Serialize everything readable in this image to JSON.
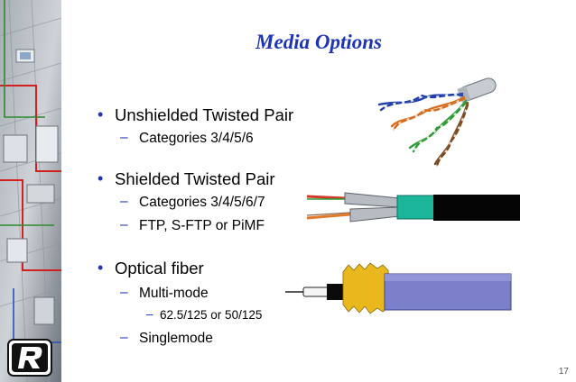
{
  "slide": {
    "title": "Media Options",
    "page_number": "17",
    "logo_letter": "R",
    "bullets": [
      {
        "text": "Unshielded Twisted Pair",
        "subitems": [
          "Categories 3/4/5/6"
        ]
      },
      {
        "text": "Shielded Twisted Pair",
        "subitems": [
          "Categories 3/4/5/6/7",
          "FTP, S-FTP or PiMF"
        ]
      },
      {
        "text": "Optical fiber",
        "subitems": [
          "Multi-mode",
          "62.5/125 or 50/125",
          "Singlemode"
        ]
      }
    ]
  },
  "icons": {
    "side_panel": "network-rack-illustration",
    "logo": "r-logo-icon",
    "utp": "utp-cable-image",
    "stp": "stp-cable-image",
    "fiber": "fiber-cable-image"
  },
  "colors": {
    "title": "#1d34b7",
    "bullet": "#1d34b7",
    "text": "#000000",
    "stp_shield": "#1bb59a",
    "fiber_jacket": "#7b80c8",
    "kevlar": "#e8b81c"
  }
}
